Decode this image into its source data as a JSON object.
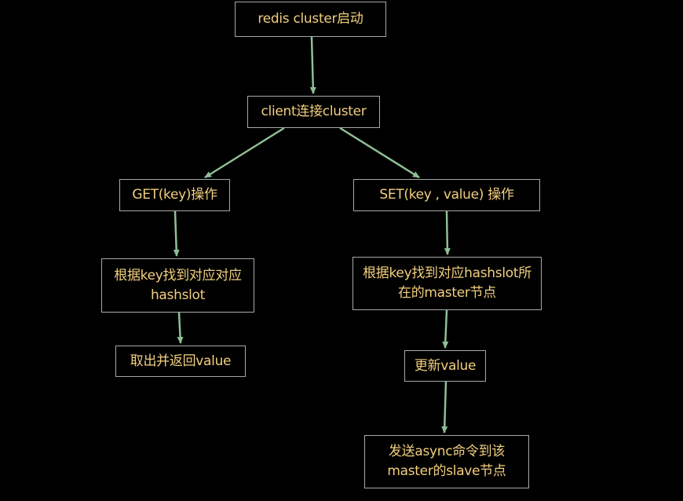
{
  "nodes": {
    "start": "redis cluster启动",
    "connect": "client连接cluster",
    "get_op": "GET(key)操作",
    "set_op": "SET(key , value) 操作",
    "get_find": "根据key找到对应对应hashslot",
    "set_find": "根据key找到对应hashslot所在的master节点",
    "get_return": "取出并返回value",
    "set_update": "更新value",
    "set_sync": "发送async命令到该master的slave节点"
  },
  "colors": {
    "background": "#000000",
    "box_border": "#a8a8a8",
    "text": "#f2cf7d",
    "arrow": "#8fbf95"
  }
}
